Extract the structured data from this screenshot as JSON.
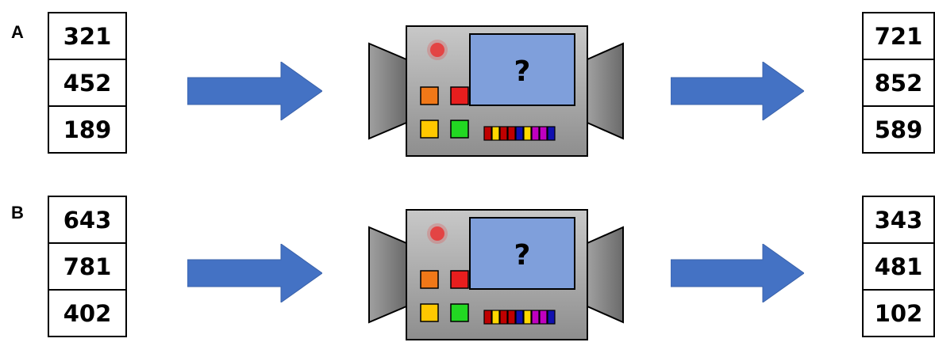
{
  "rows": [
    {
      "label": "A",
      "inputs": [
        "321",
        "452",
        "189"
      ],
      "machine_screen": "?",
      "outputs": [
        "721",
        "852",
        "589"
      ]
    },
    {
      "label": "B",
      "inputs": [
        "643",
        "781",
        "402"
      ],
      "machine_screen": "?",
      "outputs": [
        "343",
        "481",
        "102"
      ]
    }
  ],
  "colors": {
    "arrow": "#4472C4",
    "machine_body": "#A6A6A6",
    "screen": "#7F9FDB",
    "speaker": "#8C8C8C",
    "led": "#E63A3A",
    "button_orange": "#F07818",
    "button_red": "#E81E1E",
    "button_yellow": "#FFC800",
    "button_green": "#22D822"
  },
  "icons": [
    "machine-icon",
    "arrow-right-icon",
    "led-icon",
    "speaker-icon"
  ]
}
